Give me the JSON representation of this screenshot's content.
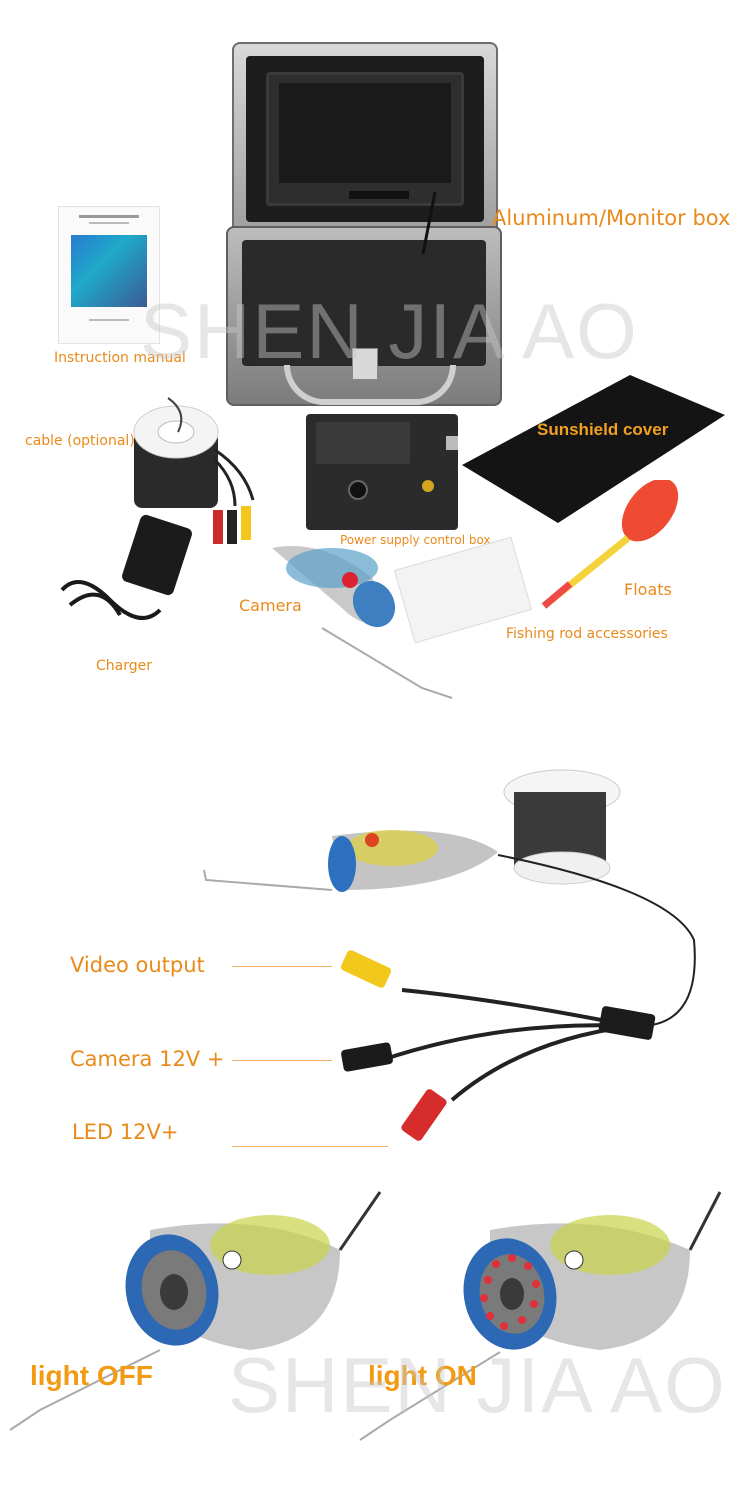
{
  "watermark": "SHEN JIA AO",
  "labels": {
    "aluminum_box": "Aluminum/Monitor box",
    "instruction_manual": "Instruction manual",
    "cable": "cable (optional)",
    "sunshield": "Sunshield cover",
    "power_box": "Power supply control box",
    "camera": "Camera",
    "floats": "Floats",
    "fishing_rod": "Fishing rod accessories",
    "charger": "Charger"
  },
  "connectors": {
    "video_output": "Video output",
    "camera_12v": "Camera 12V +",
    "led_12v": "LED 12V+"
  },
  "lights": {
    "off": "light OFF",
    "on": "light ON"
  },
  "colors": {
    "label_orange": "#e98a1a",
    "light_label": "#f29a12",
    "led_on": "#e0303a"
  }
}
